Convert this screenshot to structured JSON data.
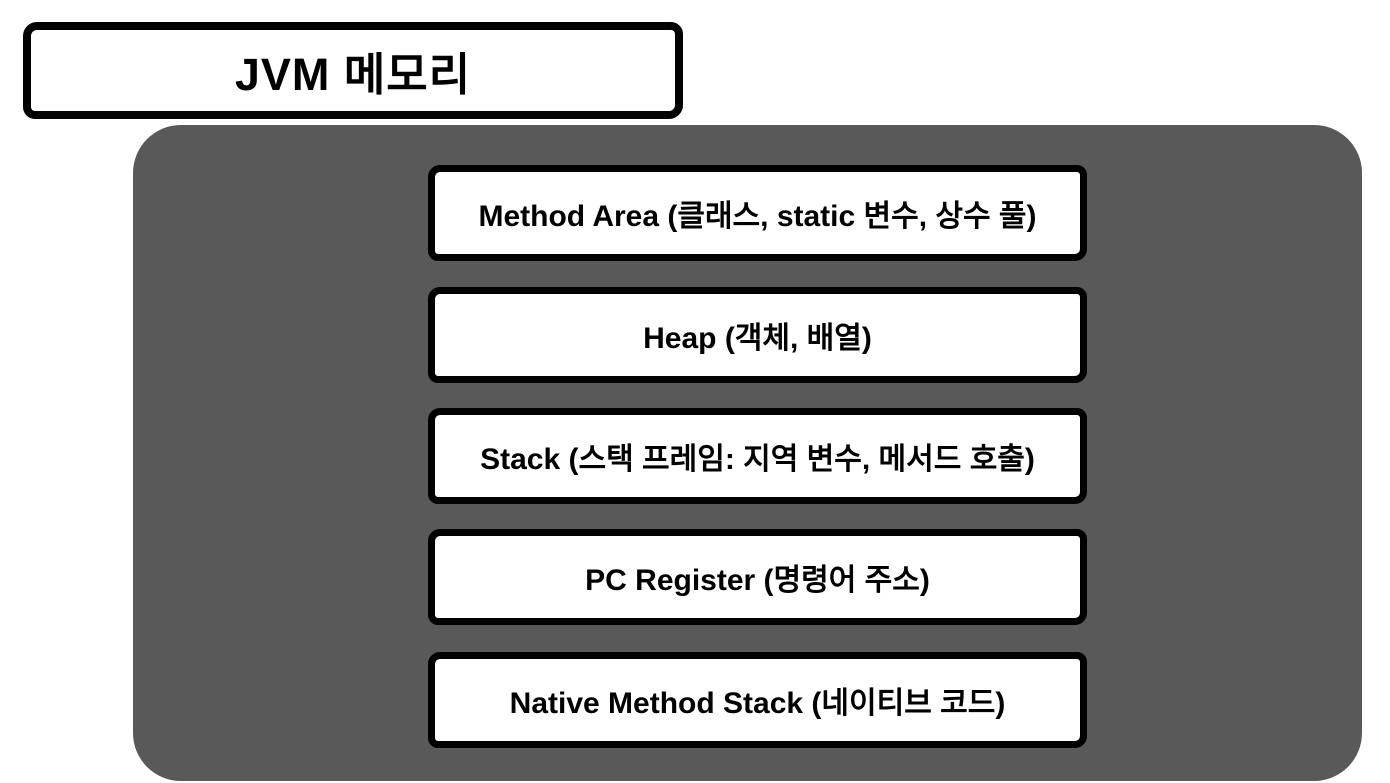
{
  "diagram": {
    "title": "JVM 메모리",
    "container": {
      "name": "jvm-memory-region",
      "background_color": "#595959"
    },
    "boxes": [
      {
        "label": "Method Area (클래스, static 변수, 상수 풀)"
      },
      {
        "label": "Heap (객체, 배열)"
      },
      {
        "label": "Stack (스택 프레임: 지역 변수, 메서드 호출)"
      },
      {
        "label": "PC Register (명령어 주소)"
      },
      {
        "label": "Native Method Stack (네이티브 코드)"
      }
    ],
    "colors": {
      "box_background": "#ffffff",
      "box_border": "#000000",
      "text": "#000000"
    }
  }
}
